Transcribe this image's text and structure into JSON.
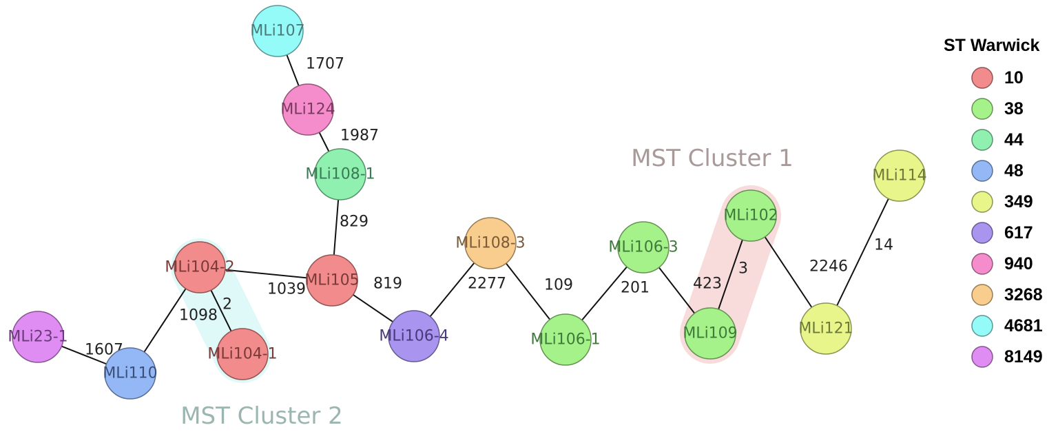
{
  "legend": {
    "title": "ST Warwick",
    "items": [
      {
        "label": "10",
        "color": "#f28b8b"
      },
      {
        "label": "38",
        "color": "#a6f28a"
      },
      {
        "label": "44",
        "color": "#8ff0b0"
      },
      {
        "label": "48",
        "color": "#94b8f5"
      },
      {
        "label": "349",
        "color": "#e8f58a"
      },
      {
        "label": "617",
        "color": "#a994f0"
      },
      {
        "label": "940",
        "color": "#f58dcc"
      },
      {
        "label": "3268",
        "color": "#f8cd8d"
      },
      {
        "label": "4681",
        "color": "#94fbf8"
      },
      {
        "label": "8149",
        "color": "#df8df2"
      }
    ]
  },
  "clusters": [
    {
      "label": "MST Cluster 1",
      "color": "#a89a98",
      "fill": "#f7d5d5"
    },
    {
      "label": "MST Cluster 2",
      "color": "#9bb5b0",
      "fill": "#d9f7f7"
    }
  ],
  "nodes": [
    {
      "id": "MLi107",
      "st": "4681",
      "text_color": "#4a7a7a"
    },
    {
      "id": "MLi124",
      "st": "940",
      "text_color": "#7a3a5e"
    },
    {
      "id": "MLi108-1",
      "st": "44",
      "text_color": "#3a7a55"
    },
    {
      "id": "MLi105",
      "st": "10",
      "text_color": "#7a3a3a"
    },
    {
      "id": "MLi104-2",
      "st": "10",
      "text_color": "#7a3a3a"
    },
    {
      "id": "MLi104-1",
      "st": "10",
      "text_color": "#7a3a3a"
    },
    {
      "id": "MLi110",
      "st": "48",
      "text_color": "#3a4e7a"
    },
    {
      "id": "MLi23-1",
      "st": "8149",
      "text_color": "#6a3a7a"
    },
    {
      "id": "MLi106-4",
      "st": "617",
      "text_color": "#4a3a7a"
    },
    {
      "id": "MLi108-3",
      "st": "3268",
      "text_color": "#7a5a3a"
    },
    {
      "id": "MLi106-1",
      "st": "38",
      "text_color": "#3e7a3a"
    },
    {
      "id": "MLi106-3",
      "st": "38",
      "text_color": "#3e7a3a"
    },
    {
      "id": "MLi109",
      "st": "38",
      "text_color": "#3e7a3a"
    },
    {
      "id": "MLi102",
      "st": "38",
      "text_color": "#3e7a3a"
    },
    {
      "id": "MLi121",
      "st": "349",
      "text_color": "#6e7a3a"
    },
    {
      "id": "MLi114",
      "st": "349",
      "text_color": "#6e7a3a"
    }
  ],
  "edges": [
    {
      "from": "MLi107",
      "to": "MLi124",
      "label": "1707"
    },
    {
      "from": "MLi124",
      "to": "MLi108-1",
      "label": "1987"
    },
    {
      "from": "MLi108-1",
      "to": "MLi105",
      "label": "829"
    },
    {
      "from": "MLi104-2",
      "to": "MLi105",
      "label": "1039"
    },
    {
      "from": "MLi104-2",
      "to": "MLi104-1",
      "label": "2"
    },
    {
      "from": "MLi104-2",
      "to": "MLi110",
      "label": "1098"
    },
    {
      "from": "MLi23-1",
      "to": "MLi110",
      "label": "1607"
    },
    {
      "from": "MLi105",
      "to": "MLi106-4",
      "label": "819"
    },
    {
      "from": "MLi106-4",
      "to": "MLi108-3",
      "label": "2277"
    },
    {
      "from": "MLi108-3",
      "to": "MLi106-1",
      "label": "109"
    },
    {
      "from": "MLi106-1",
      "to": "MLi106-3",
      "label": "201"
    },
    {
      "from": "MLi106-3",
      "to": "MLi109",
      "label": "423"
    },
    {
      "from": "MLi109",
      "to": "MLi102",
      "label": "3"
    },
    {
      "from": "MLi102",
      "to": "MLi121",
      "label": "2246"
    },
    {
      "from": "MLi121",
      "to": "MLi114",
      "label": "14"
    }
  ]
}
